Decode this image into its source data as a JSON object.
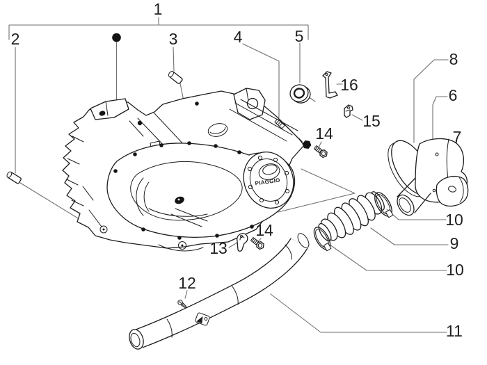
{
  "diagram": {
    "brand_emblem": "PIAGGIO",
    "callouts": {
      "c1": "1",
      "c2": "2",
      "c3": "3",
      "c4": "4",
      "c5": "5",
      "c6": "6",
      "c7": "7",
      "c8": "8",
      "c9": "9",
      "c10a": "10",
      "c10b": "10",
      "c11": "11",
      "c12": "12",
      "c13": "13",
      "c14a": "14",
      "c14b": "14",
      "c15": "15",
      "c16": "16"
    },
    "colors": {
      "line": "#1c1c1c",
      "leader": "#6f6f6f",
      "label": "#1f1f1f",
      "background": "#ffffff"
    }
  }
}
